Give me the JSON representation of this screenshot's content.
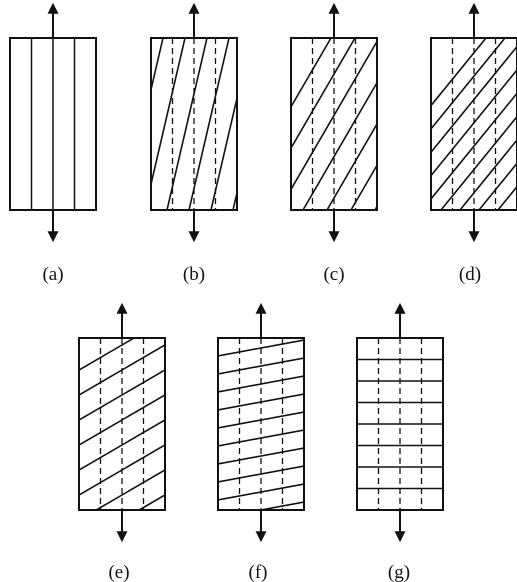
{
  "figure": {
    "panels": [
      {
        "id": "a",
        "label": "(a)",
        "fibers": "vertical"
      },
      {
        "id": "b",
        "label": "(b)",
        "fibers": "steep-diagonal over dashed verticals"
      },
      {
        "id": "c",
        "label": "(c)",
        "fibers": "diagonal over dashed verticals"
      },
      {
        "id": "d",
        "label": "(d)",
        "fibers": "dense diagonal over dashed verticals"
      },
      {
        "id": "e",
        "label": "(e)",
        "fibers": "shallow diagonal over dashed verticals"
      },
      {
        "id": "f",
        "label": "(f)",
        "fibers": "near-horizontal diagonal over dashed verticals"
      },
      {
        "id": "g",
        "label": "(g)",
        "fibers": "horizontal over dashed verticals"
      }
    ],
    "colors": {
      "stroke": "#111111",
      "background": "#ffffff"
    }
  }
}
